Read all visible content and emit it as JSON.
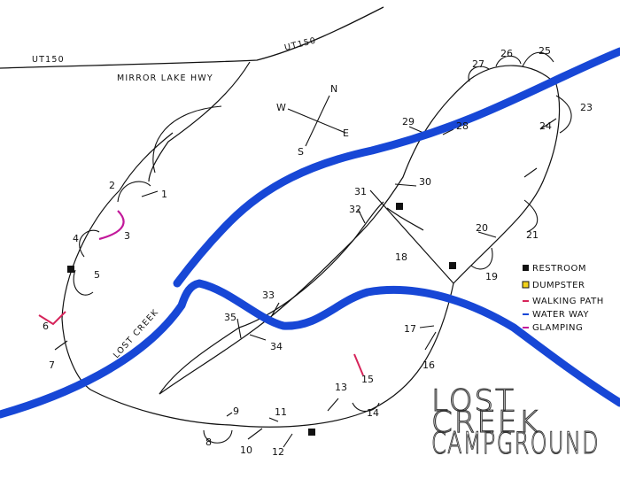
{
  "title": {
    "line1": "LOST",
    "line2": "CREEK",
    "line3": "CAMPGROUND"
  },
  "roads": {
    "highway_left": "UT150",
    "highway_name": "MIRROR LAKE HWY",
    "highway_right": "UT150",
    "creek": "LOST CREEK"
  },
  "compass": {
    "n": "N",
    "s": "S",
    "e": "E",
    "w": "W"
  },
  "legend": {
    "restroom": "RESTROOM",
    "dumpster": "DUMPSTER",
    "walking_path": "WALKING PATH",
    "water_way": "WATER WAY",
    "glamping": "GLAMPING"
  },
  "colors": {
    "water": "#1747d6",
    "walking_path": "#d6245a",
    "glamping": "#c2189a",
    "dumpster": "#f2d21b",
    "ink": "#111111"
  },
  "sites": [
    "1",
    "2",
    "3",
    "4",
    "5",
    "6",
    "7",
    "8",
    "9",
    "10",
    "11",
    "12",
    "13",
    "14",
    "15",
    "16",
    "17",
    "18",
    "19",
    "20",
    "21",
    "23",
    "24",
    "25",
    "26",
    "27",
    "28",
    "29",
    "30",
    "31",
    "32",
    "33",
    "34",
    "35"
  ]
}
